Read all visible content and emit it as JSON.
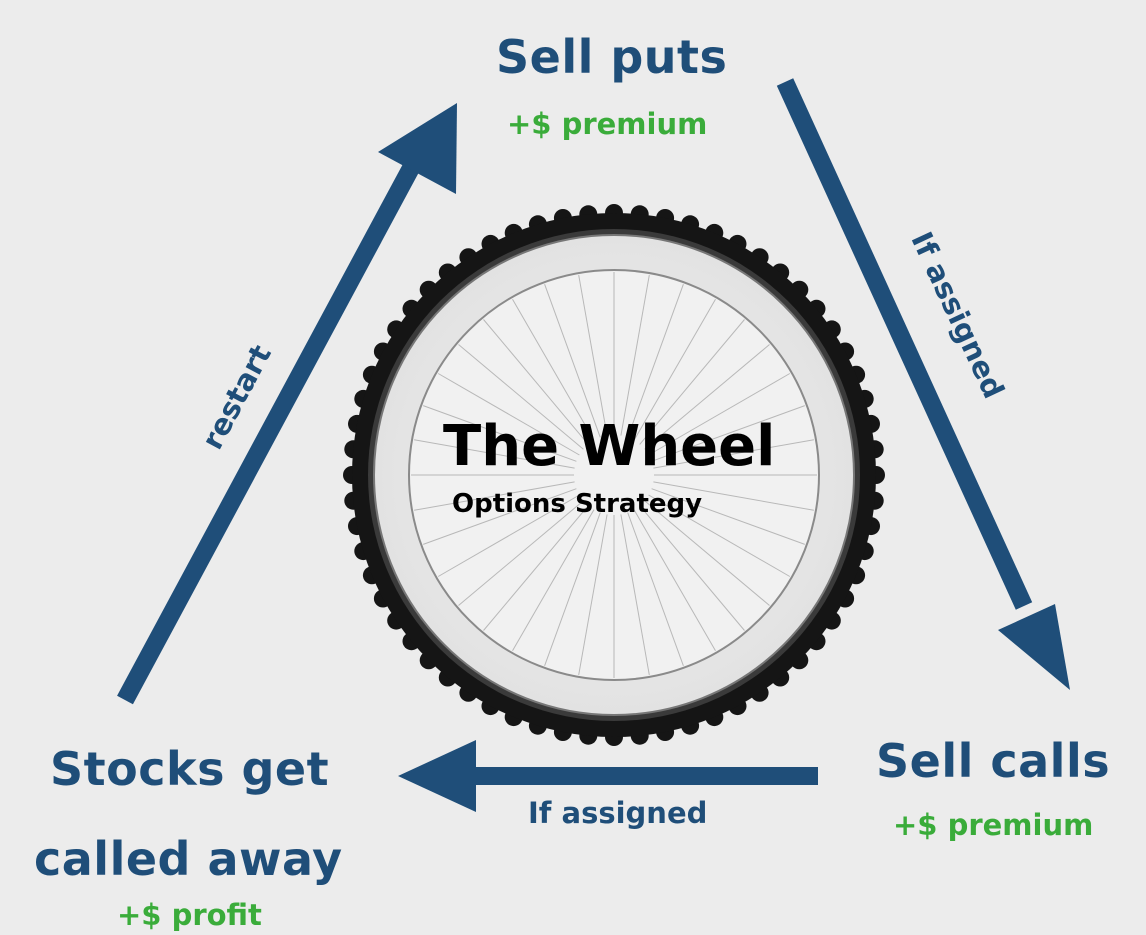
{
  "nodes": {
    "sell_puts": {
      "title": "Sell puts",
      "note": "+$ premium"
    },
    "sell_calls": {
      "title": "Sell calls",
      "note": "+$ premium"
    },
    "called_away": {
      "title_line1": "Stocks get",
      "title_line2": "called away",
      "note": "+$ profit"
    }
  },
  "arrows": {
    "puts_to_calls": "If assigned",
    "calls_to_away": "If assigned",
    "away_to_puts": "restart"
  },
  "center": {
    "title": "The Wheel",
    "subtitle": "Options Strategy"
  },
  "colors": {
    "background": "#ececec",
    "arrow": "#1f4e79",
    "title_text": "#1f4e79",
    "premium_text": "#3aac3a",
    "tire": "#111111",
    "rim": "#e8e8e8"
  }
}
